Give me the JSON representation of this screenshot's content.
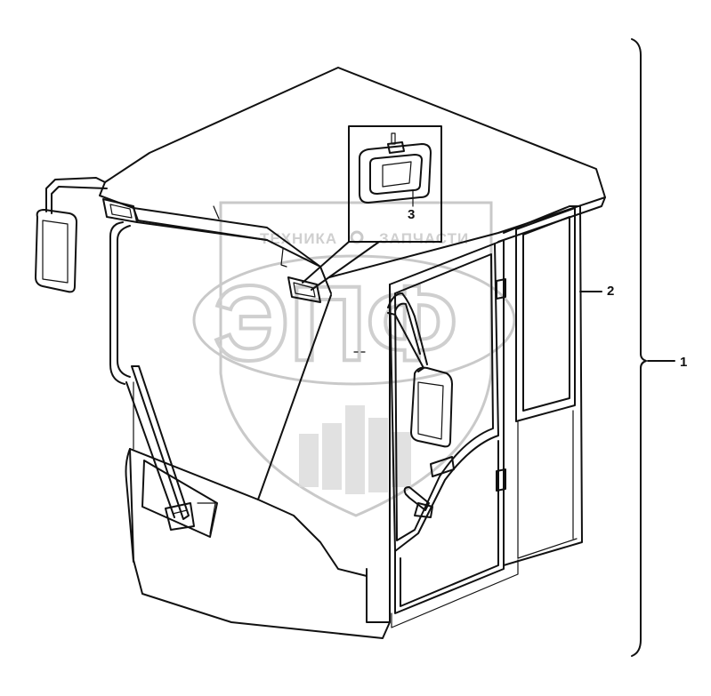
{
  "watermark": {
    "left_text": "ТЕХНИКА",
    "right_text": "ЗАПЧАСТИ",
    "logo_text": "ЭПФ"
  },
  "callouts": {
    "cab_assembly": "1",
    "cab_body": "2",
    "work_lamp": "3"
  }
}
